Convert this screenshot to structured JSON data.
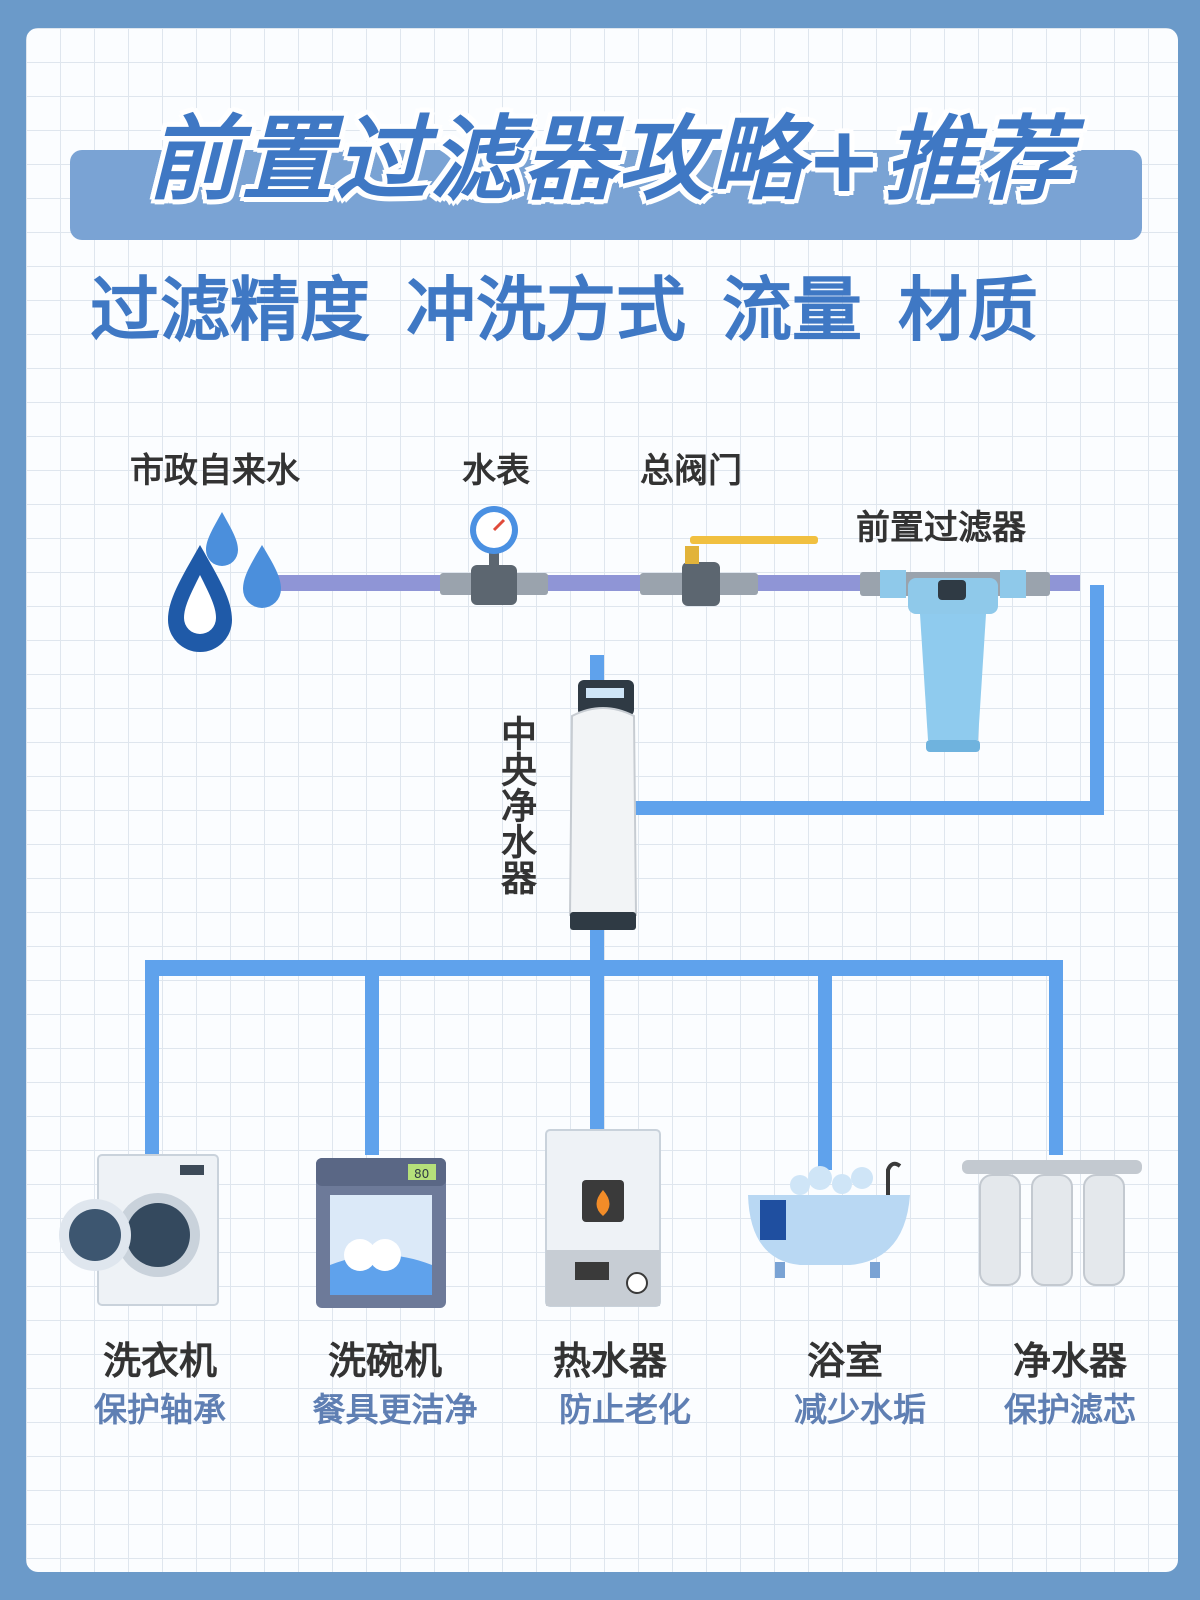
{
  "title": "前置过滤器攻略+推荐",
  "subtitle": [
    "过滤精度",
    "冲洗方式",
    "流量",
    "材质"
  ],
  "flow_labels": {
    "source": "市政自来水",
    "meter": "水表",
    "main_valve": "总阀门",
    "pre_filter": "前置过滤器",
    "central_purifier": "中央净水器"
  },
  "appliances": [
    {
      "name": "洗衣机",
      "benefit": "保护轴承",
      "icon": "washing-machine-icon"
    },
    {
      "name": "洗碗机",
      "benefit": "餐具更洁净",
      "icon": "dishwasher-icon"
    },
    {
      "name": "热水器",
      "benefit": "防止老化",
      "icon": "water-heater-icon"
    },
    {
      "name": "浴室",
      "benefit": "减少水垢",
      "icon": "bathtub-icon"
    },
    {
      "name": "净水器",
      "benefit": "保护滤芯",
      "icon": "water-purifier-icon"
    }
  ],
  "device_display": {
    "dishwasher": "80"
  },
  "colors": {
    "frame": "#6b9ac9",
    "title": "#3f78c4",
    "pipe_purple": "#8f95d6",
    "pipe_blue": "#5fa2ec",
    "benefit_text": "#5f7fb3"
  }
}
